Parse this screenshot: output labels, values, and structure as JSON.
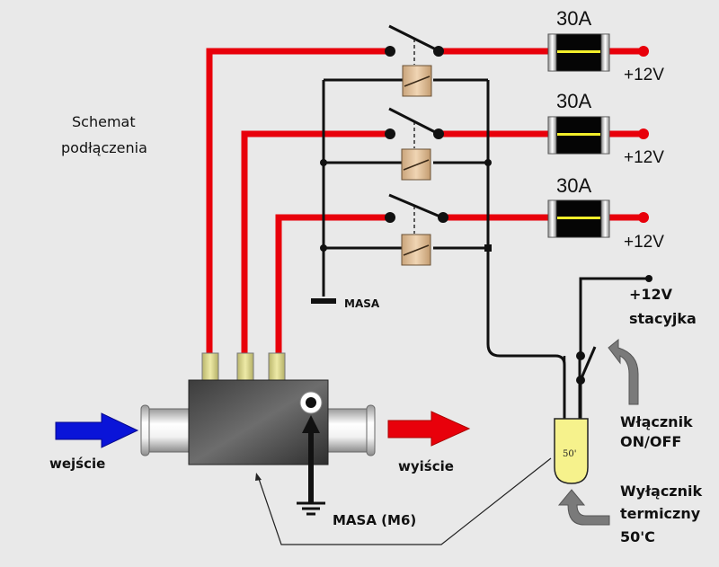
{
  "title": {
    "line1": "Schemat",
    "line2": "podłączenia"
  },
  "colors": {
    "background": "#e9e9e9",
    "power_wire": "#e8000b",
    "control_wire": "#111111",
    "fuse_body": "#050505",
    "fuse_element": "#f2ee2a",
    "relay_coil": "#d7b28a",
    "inlet_arrow": "#0a14d8",
    "outlet_arrow": "#e8000b",
    "sensor_fill": "#f6f28c",
    "pointer_arrow": "#7a7a7a",
    "heater_block": "#4a4a4a",
    "terminal": "#e3e09a"
  },
  "circuits": [
    {
      "fuse_label": "30A",
      "supply_label": "+12V"
    },
    {
      "fuse_label": "30A",
      "supply_label": "+12V"
    },
    {
      "fuse_label": "30A",
      "supply_label": "+12V"
    }
  ],
  "ground_label": "MASA",
  "ignition": {
    "line1": "+12V",
    "line2": "stacyjka"
  },
  "switch_label": {
    "line1": "Włącznik",
    "line2": "ON/OFF"
  },
  "thermal_switch": {
    "line1": "Wyłącznik",
    "line2": "termiczny",
    "line3": "50'C",
    "sensor_text": "50'"
  },
  "inlet_label": "wejście",
  "outlet_label": "wyiście",
  "block_ground_label": "MASA (M6)"
}
